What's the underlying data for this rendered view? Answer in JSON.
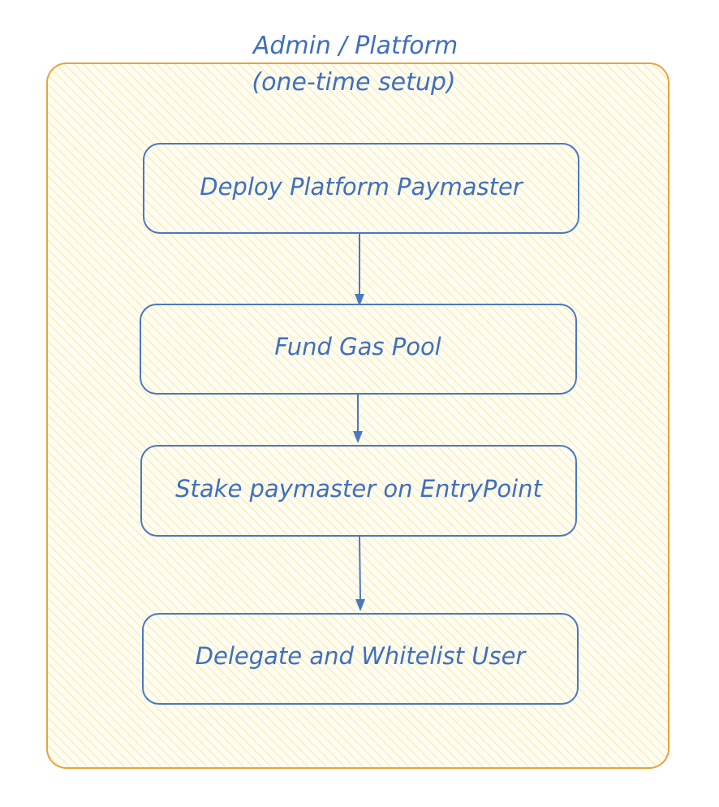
{
  "group": {
    "title_line1": "Admin / Platform",
    "title_line2": "(one-time setup)"
  },
  "steps": [
    {
      "label": "Deploy Platform Paymaster"
    },
    {
      "label": "Fund Gas Pool"
    },
    {
      "label": "Stake paymaster on EntryPoint"
    },
    {
      "label": "Delegate and Whitelist User"
    }
  ],
  "colors": {
    "group_stroke": "#e8a23a",
    "box_stroke": "#4a78c0",
    "text": "#3f6fbf",
    "hatch": "#f7e9a6"
  }
}
